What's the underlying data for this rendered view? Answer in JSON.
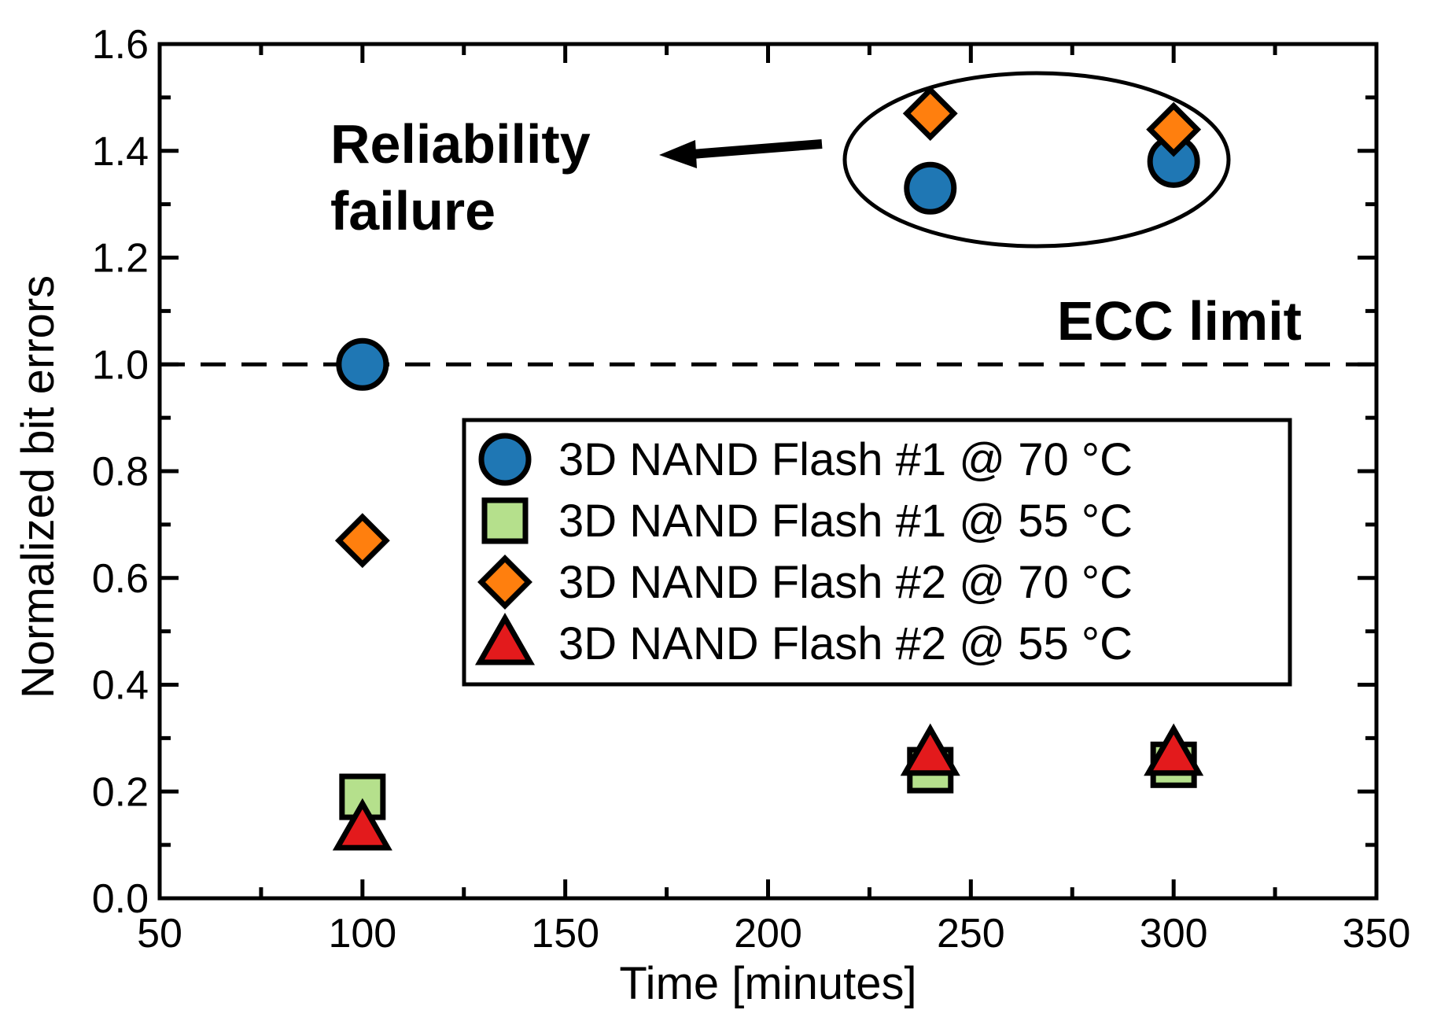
{
  "chart_data": {
    "type": "scatter",
    "xlabel": "Time [minutes]",
    "ylabel": "Normalized bit errors",
    "xlim": [
      50,
      350
    ],
    "ylim": [
      0.0,
      1.6
    ],
    "xticks": [
      "50",
      "100",
      "150",
      "200",
      "250",
      "300",
      "350"
    ],
    "yticks": [
      "0.0",
      "0.2",
      "0.4",
      "0.6",
      "0.8",
      "1.0",
      "1.2",
      "1.4",
      "1.6"
    ],
    "grid": false,
    "legend_position": "center-right",
    "series": [
      {
        "name": "3D NAND Flash #1 @ 70 °C",
        "marker": "circle",
        "color": "#1f77b4",
        "points": [
          {
            "x": 100,
            "y": 1.0
          },
          {
            "x": 240,
            "y": 1.33
          },
          {
            "x": 300,
            "y": 1.38
          }
        ]
      },
      {
        "name": "3D NAND Flash #1 @ 55 °C",
        "marker": "square",
        "color": "#b5e08c",
        "points": [
          {
            "x": 100,
            "y": 0.19
          },
          {
            "x": 240,
            "y": 0.24
          },
          {
            "x": 300,
            "y": 0.25
          }
        ]
      },
      {
        "name": "3D NAND Flash #2 @ 70 °C",
        "marker": "diamond",
        "color": "#ff7f0e",
        "points": [
          {
            "x": 100,
            "y": 0.67
          },
          {
            "x": 240,
            "y": 1.47
          },
          {
            "x": 300,
            "y": 1.44
          }
        ]
      },
      {
        "name": "3D NAND Flash #2 @ 55 °C",
        "marker": "triangle",
        "color": "#e31a1c",
        "points": [
          {
            "x": 100,
            "y": 0.13
          },
          {
            "x": 240,
            "y": 0.27
          },
          {
            "x": 300,
            "y": 0.27
          }
        ]
      }
    ],
    "reference_line": {
      "y": 1.0,
      "style": "dashed",
      "label": "ECC limit"
    },
    "annotation": {
      "lines": [
        "Reliability",
        "failure"
      ]
    }
  }
}
